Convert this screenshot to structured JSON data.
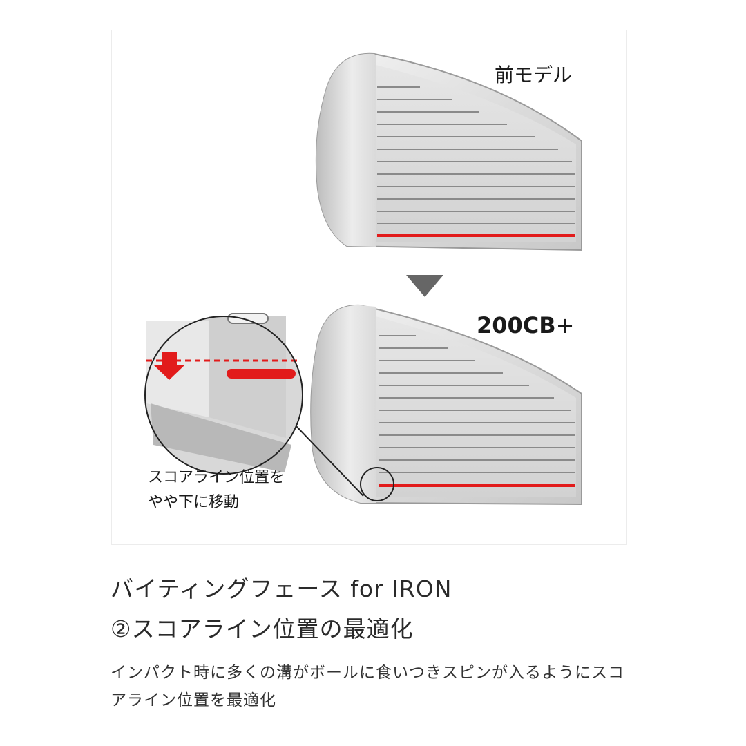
{
  "figure": {
    "previous_model_label": "前モデル",
    "new_model_label": "200CB+",
    "callout_line1": "スコアライン位置を",
    "callout_line2": "やや下に移動",
    "accent_color": "#e21b1b",
    "arrow_color": "#666666"
  },
  "heading": {
    "line1": "バイティングフェース for IRON",
    "line2": "②スコアライン位置の最適化"
  },
  "description": "インパクト時に多くの溝がボールに食いつきスピンが入るようにスコアライン位置を最適化"
}
